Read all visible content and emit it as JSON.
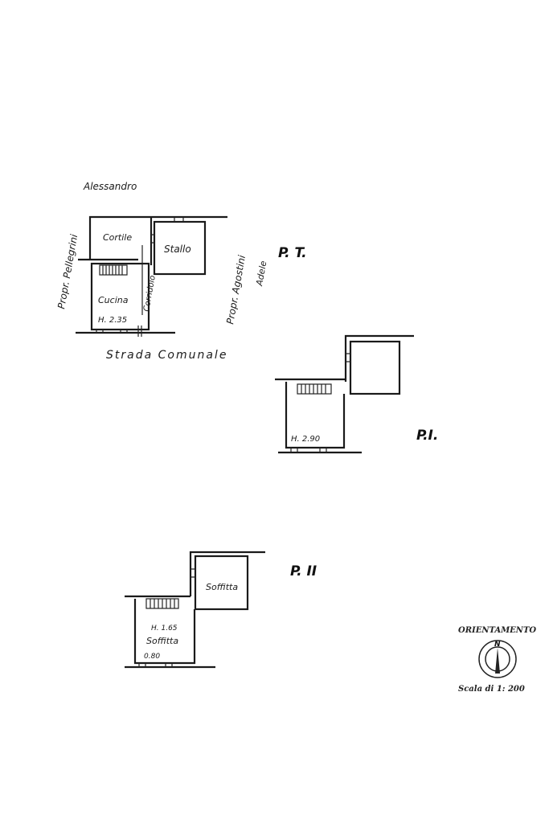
{
  "plan_pt": {
    "title": "P. T.",
    "north_neighbor": "Alessandro",
    "west_neighbor": "Propr. Pellegrini",
    "east_neighbor": "Propr. Agostini",
    "east_neighbor_2": "Adele",
    "street": "Strada Comunale",
    "rooms": {
      "courtyard": "Cortile",
      "stable": "Stallo",
      "kitchen": "Cucina",
      "corridor": "Corridoio"
    },
    "height": "H. 2.35"
  },
  "plan_p1": {
    "title": "P.I.",
    "height": "H. 2.90"
  },
  "plan_p2": {
    "title": "P. II",
    "room_upper": "Soffitta",
    "height": "H. 1.65",
    "room_lower": "Soffitta",
    "min_height": "0.80"
  },
  "legend": {
    "orientation_label": "ORIENTAMENTO",
    "north_letter": "N",
    "scale": "Scala di 1: 200"
  }
}
